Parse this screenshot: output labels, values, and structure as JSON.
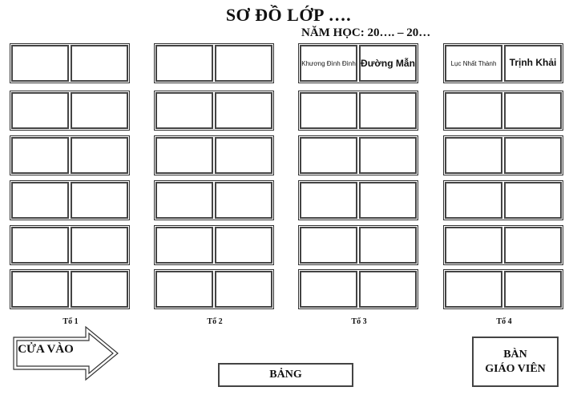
{
  "title": "SƠ ĐỒ LỚP ….",
  "subtitle": "NĂM HỌC: 20…. – 20…",
  "groups": [
    {
      "label": "Tổ 1",
      "first_row": [
        "",
        ""
      ]
    },
    {
      "label": "Tổ 2",
      "first_row": [
        "",
        ""
      ]
    },
    {
      "label": "Tổ 3",
      "first_row": [
        "Khương Đình Đình",
        "Đường Mẫn"
      ]
    },
    {
      "label": "Tổ 4",
      "first_row": [
        "Lục Nhất Thành",
        "Trịnh Khải"
      ]
    }
  ],
  "entrance": "CỬA VÀO",
  "board": "BẢNG",
  "teacher_desk": {
    "line1": "BÀN",
    "line2": "GIÁO VIÊN"
  }
}
